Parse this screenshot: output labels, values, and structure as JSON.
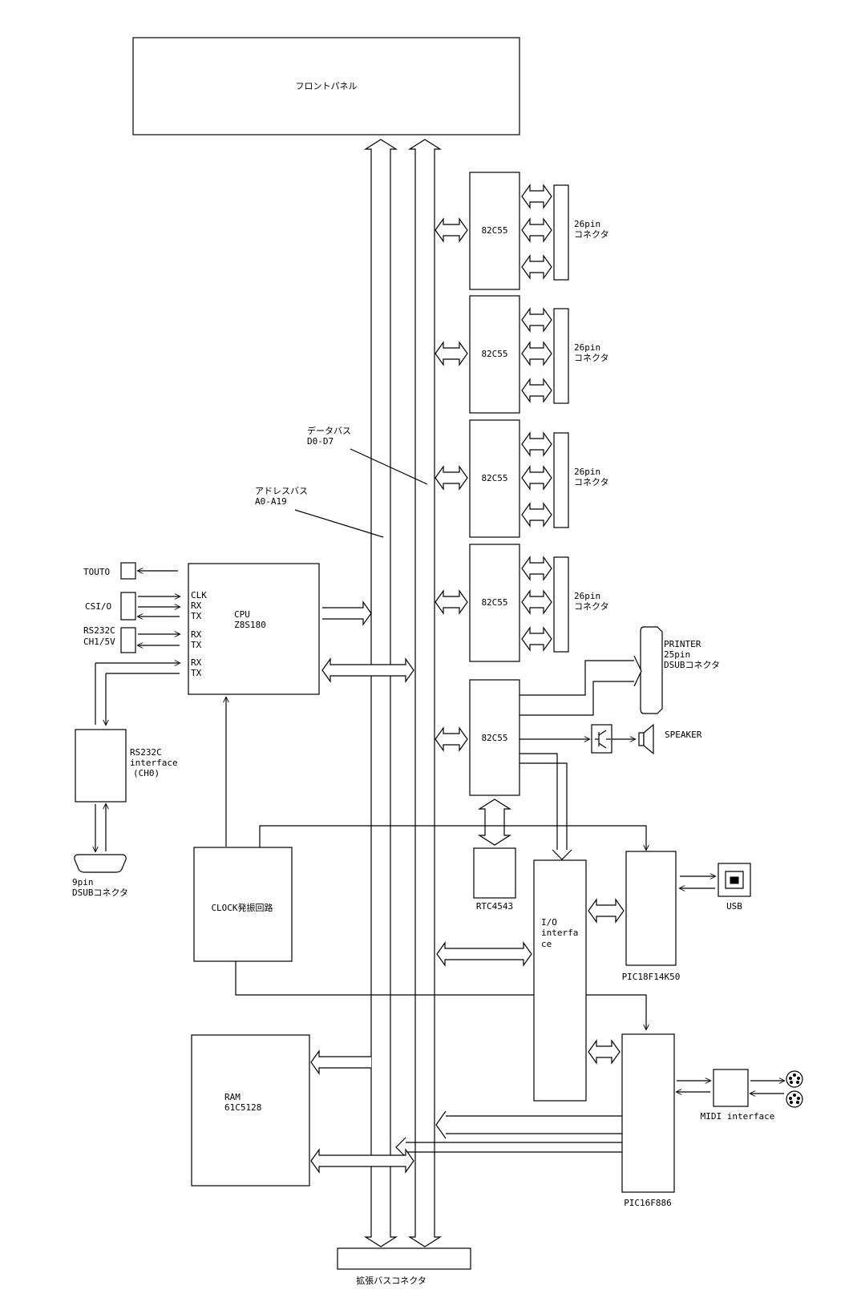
{
  "labels": {
    "front_panel": "フロントパネル",
    "c82c55": "82C55",
    "conn26_line1": "26pin",
    "conn26_line2": "コネクタ",
    "data_bus_line1": "データバス",
    "data_bus_line2": "D0-D7",
    "addr_bus_line1": "アドレスバス",
    "addr_bus_line2": "A0-A19",
    "touto": "TOUTO",
    "csio": "CSI/O",
    "rs232c_ch1_line1": "RS232C",
    "rs232c_ch1_line2": "CH1/5V",
    "cpu_pins": [
      "CLK",
      "RX",
      "TX",
      "RX",
      "TX",
      "RX",
      "TX"
    ],
    "cpu_line1": "CPU",
    "cpu_line2": "Z8S180",
    "rs232c_if_line1": "RS232C",
    "rs232c_if_line2": "interface",
    "rs232c_if_line3": "(CH0)",
    "dsub9_line1": "9pin",
    "dsub9_line2": "DSUBコネクタ",
    "printer_line1": "PRINTER",
    "printer_line2": "25pin",
    "printer_line3": "DSUBコネクタ",
    "speaker": "SPEAKER",
    "rtc": "RTC4543",
    "clock": "CLOCK発振回路",
    "io_line1": "I/O",
    "io_line2": "interfa",
    "io_line3": "ce",
    "pic18": "PIC18F14K50",
    "usb": "USB",
    "midi": "MIDI interface",
    "pic16": "PIC16F886",
    "ram_line1": "RAM",
    "ram_line2": "61C5128",
    "exp_bus": "拡張バスコネクタ"
  }
}
